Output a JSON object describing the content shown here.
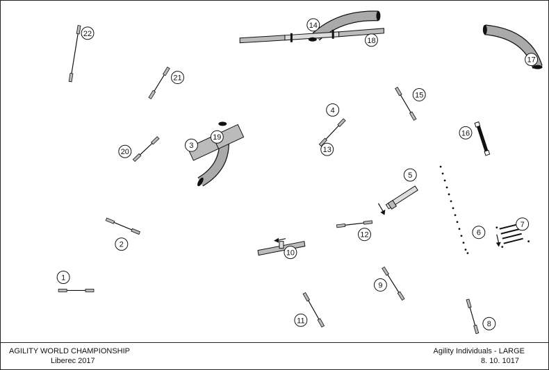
{
  "footer": {
    "event_name": "AGILITY WORLD CHAMPIONSHIP",
    "event_place": "Liberec 2017",
    "class_name": "Agility Individuals - LARGE",
    "date": "8. 10. 1017"
  },
  "obstacle_numbers": [
    "1",
    "2",
    "3",
    "4",
    "5",
    "6",
    "7",
    "8",
    "9",
    "10",
    "11",
    "12",
    "13",
    "14",
    "15",
    "16",
    "17",
    "18",
    "19",
    "20",
    "21",
    "22"
  ],
  "colors": {
    "line": "#111111",
    "tunnel": "#aaaaaa",
    "plank": "#bbbbbb",
    "background": "#ffffff"
  }
}
